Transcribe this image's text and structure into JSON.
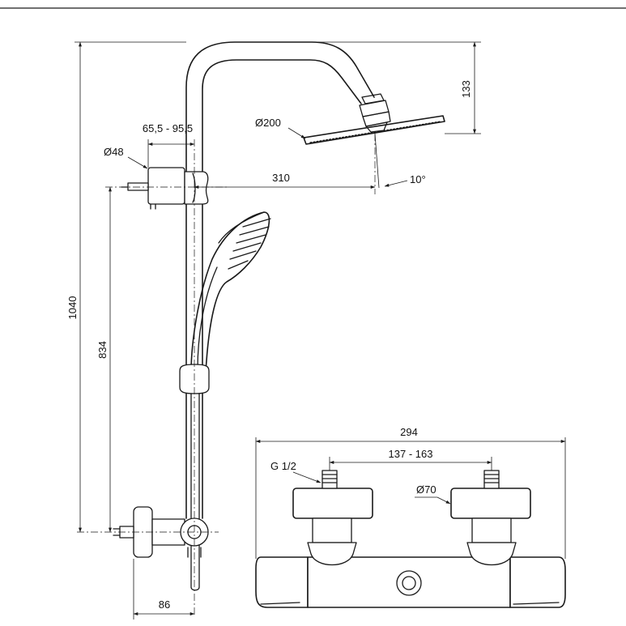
{
  "labels": {
    "total_height": "1040",
    "head_height": "133",
    "head_diameter": "Ø200",
    "head_angle": "10°",
    "wall_distance": "65,5 - 95,5",
    "pipe_diameter": "Ø48",
    "arm_length": "310",
    "bar_height": "834",
    "mixer_depth": "86",
    "mixer_width": "294",
    "inlet_spacing": "137 - 163",
    "thread": "G 1/2",
    "knob_diameter": "Ø70"
  }
}
